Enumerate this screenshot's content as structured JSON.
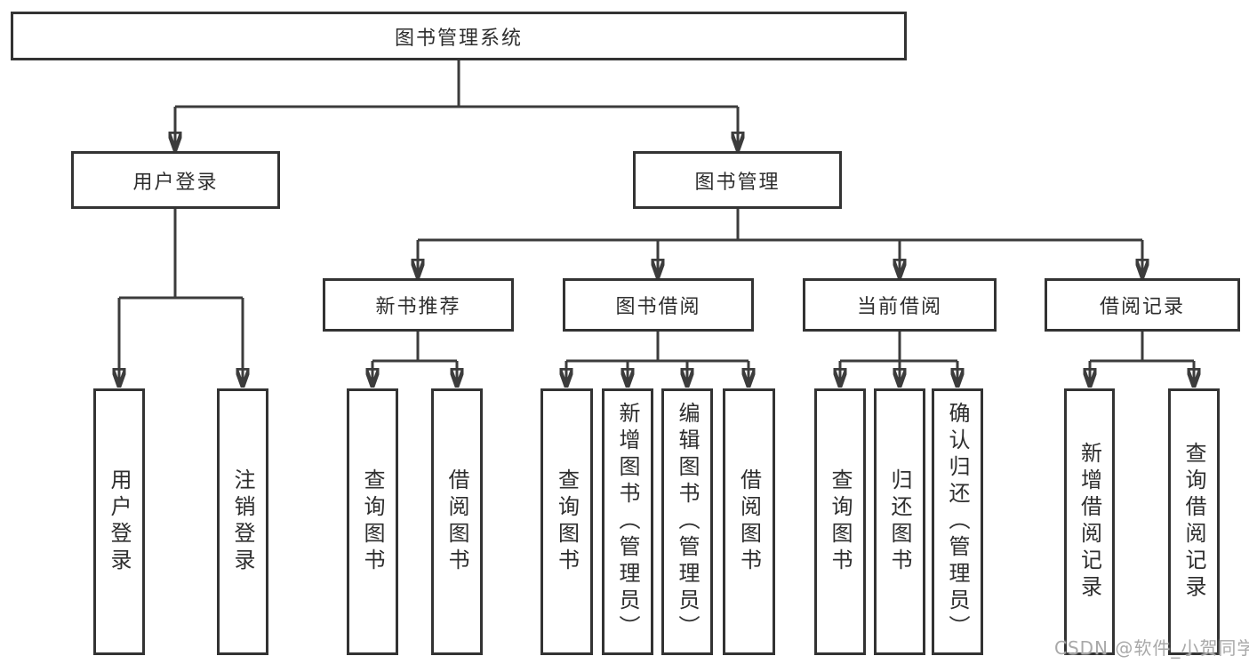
{
  "diagram_type": "hierarchy-flowchart",
  "colors": {
    "line": "#3c3c3c",
    "box_border": "#333333",
    "text": "#2e2e2e",
    "watermark": "#a9a9a9",
    "background": "#ffffff"
  },
  "tree": {
    "root": "图书管理系统",
    "children": [
      {
        "label": "用户登录",
        "children": [
          "用户登录",
          "注销登录"
        ]
      },
      {
        "label": "图书管理",
        "children": [
          {
            "label": "新书推荐",
            "children": [
              "查询图书",
              "借阅图书"
            ]
          },
          {
            "label": "图书借阅",
            "children": [
              "查询图书",
              "新增图书（管理员）",
              "编辑图书（管理员）",
              "借阅图书"
            ]
          },
          {
            "label": "当前借阅",
            "children": [
              "查询图书",
              "归还图书",
              "确认归还（管理员）"
            ]
          },
          {
            "label": "借阅记录",
            "children": [
              "新增借阅记录",
              "查询借阅记录"
            ]
          }
        ]
      }
    ]
  },
  "watermark": "CSDN @软件_小贺同学"
}
